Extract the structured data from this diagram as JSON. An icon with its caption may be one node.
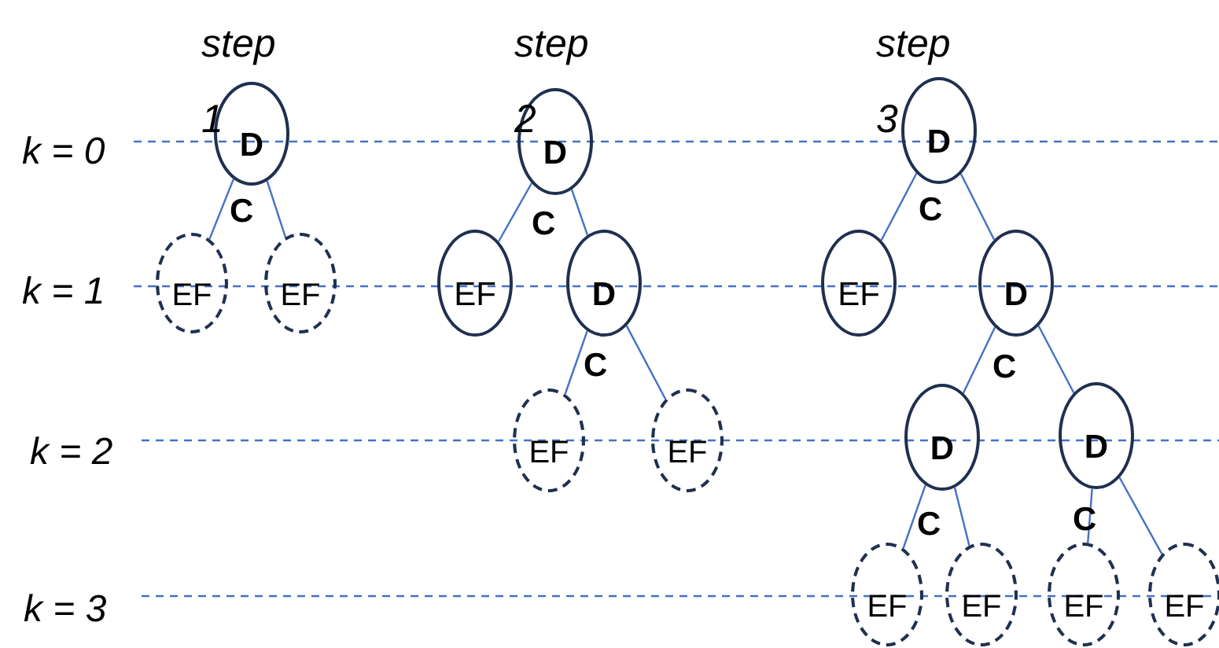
{
  "diagram": {
    "nodes": [
      {
        "text": [
          "D"
        ]
      },
      {
        "text": [
          "EF"
        ]
      },
      {
        "text": [
          "EF"
        ]
      },
      {
        "text": [
          "D"
        ]
      },
      {
        "text": [
          "EF"
        ]
      },
      {
        "text": [
          "D"
        ]
      },
      {
        "text": [
          "EF"
        ]
      },
      {
        "text": [
          "EF"
        ]
      },
      {
        "text": [
          "D"
        ]
      },
      {
        "text": [
          "EF"
        ]
      },
      {
        "text": [
          "D"
        ]
      },
      {
        "text": [
          "D"
        ]
      },
      {
        "text": [
          "D"
        ]
      },
      {
        "text": [
          "EF"
        ]
      },
      {
        "text": [
          "EF"
        ]
      },
      {
        "text": [
          "EF"
        ]
      },
      {
        "text": [
          "EF"
        ]
      }
    ],
    "edges": [
      {
        "from": 0,
        "to": 1,
        "arrow": "none"
      },
      {
        "from": 0,
        "to": 2,
        "arrow": "none"
      },
      {
        "from": 3,
        "to": 4,
        "arrow": "none"
      },
      {
        "from": 3,
        "to": 5,
        "arrow": "none"
      },
      {
        "from": 5,
        "to": 6,
        "arrow": "none"
      },
      {
        "from": 5,
        "to": 7,
        "arrow": "none"
      },
      {
        "from": 8,
        "to": 9,
        "arrow": "none"
      },
      {
        "from": 8,
        "to": 10,
        "arrow": "none"
      },
      {
        "from": 10,
        "to": 11,
        "arrow": "none"
      },
      {
        "from": 10,
        "to": 12,
        "arrow": "none"
      },
      {
        "from": 11,
        "to": 13,
        "arrow": "none"
      },
      {
        "from": 11,
        "to": 14,
        "arrow": "none"
      },
      {
        "from": 12,
        "to": 15,
        "arrow": "none"
      },
      {
        "from": 12,
        "to": 16,
        "arrow": "none"
      }
    ],
    "labels": [
      "step 1",
      "step 2",
      "step 3",
      "k = 0",
      "k = 1",
      "k = 2",
      "k = 3",
      "C",
      "C",
      "C",
      "C",
      "C",
      "C",
      "C"
    ]
  }
}
